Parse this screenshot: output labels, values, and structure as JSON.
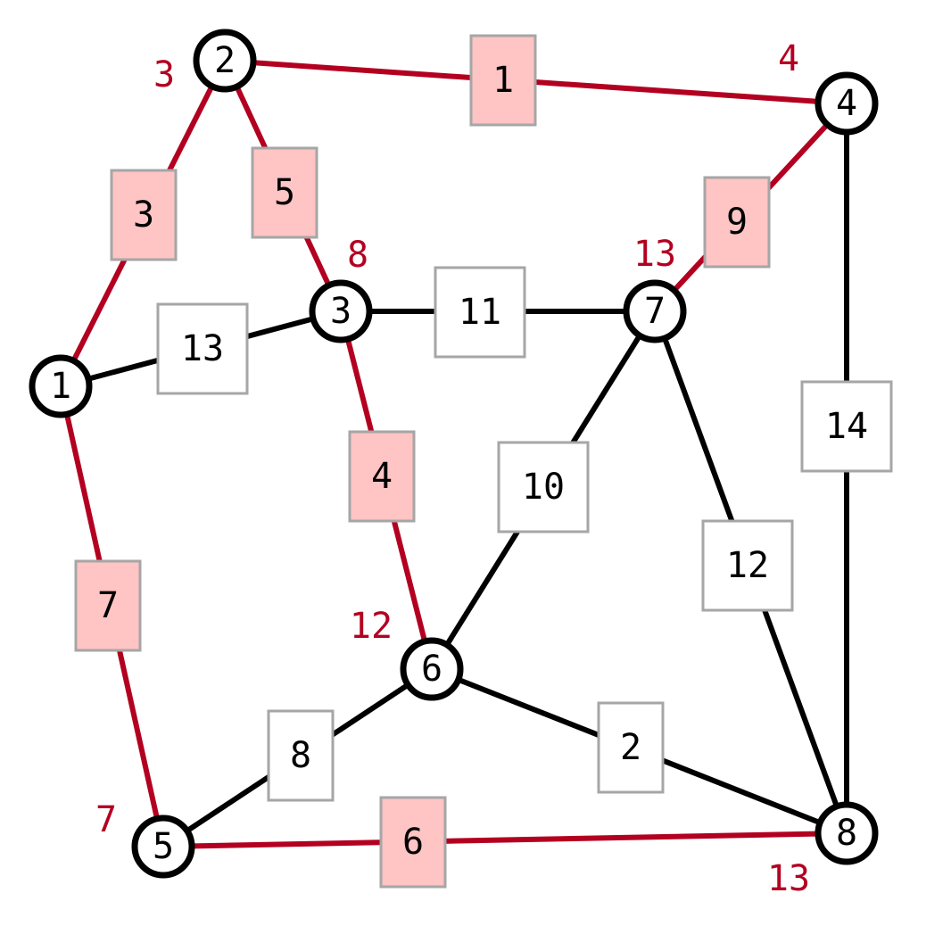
{
  "colors": {
    "tree_edge": "#b30021",
    "normal_edge": "#000000",
    "tree_box_fill": "#ffc4c4",
    "normal_box_fill": "#ffffff",
    "distance_label": "#b30021"
  },
  "nodes": [
    {
      "id": "1",
      "label": "1",
      "distance": ""
    },
    {
      "id": "2",
      "label": "2",
      "distance": "3"
    },
    {
      "id": "3",
      "label": "3",
      "distance": "8"
    },
    {
      "id": "4",
      "label": "4",
      "distance": "4"
    },
    {
      "id": "5",
      "label": "5",
      "distance": "7"
    },
    {
      "id": "6",
      "label": "6",
      "distance": "12"
    },
    {
      "id": "7",
      "label": "7",
      "distance": "13"
    },
    {
      "id": "8",
      "label": "8",
      "distance": "13"
    }
  ],
  "edges": [
    {
      "from": "2",
      "to": "4",
      "weight": "1",
      "tree": true
    },
    {
      "from": "1",
      "to": "2",
      "weight": "3",
      "tree": true
    },
    {
      "from": "2",
      "to": "3",
      "weight": "5",
      "tree": true
    },
    {
      "from": "4",
      "to": "7",
      "weight": "9",
      "tree": true
    },
    {
      "from": "1",
      "to": "3",
      "weight": "13",
      "tree": false
    },
    {
      "from": "3",
      "to": "7",
      "weight": "11",
      "tree": false
    },
    {
      "from": "3",
      "to": "6",
      "weight": "4",
      "tree": true
    },
    {
      "from": "6",
      "to": "7",
      "weight": "10",
      "tree": false
    },
    {
      "from": "4",
      "to": "8",
      "weight": "14",
      "tree": false
    },
    {
      "from": "7",
      "to": "8",
      "weight": "12",
      "tree": false
    },
    {
      "from": "1",
      "to": "5",
      "weight": "7",
      "tree": true
    },
    {
      "from": "5",
      "to": "6",
      "weight": "8",
      "tree": false
    },
    {
      "from": "6",
      "to": "8",
      "weight": "2",
      "tree": false
    },
    {
      "from": "5",
      "to": "8",
      "weight": "6",
      "tree": true
    }
  ]
}
